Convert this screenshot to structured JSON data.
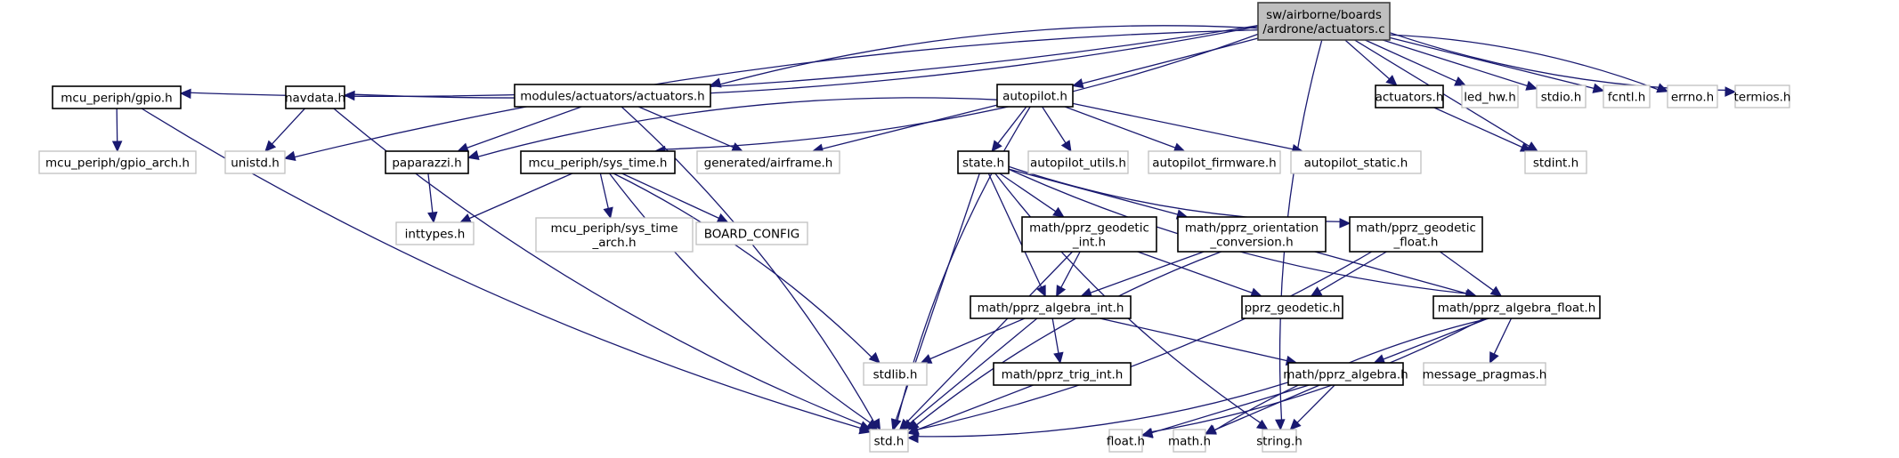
{
  "diagram": {
    "type": "include-dependency-graph",
    "root": "sw/airborne/boards/ardrone/actuators.c",
    "colors": {
      "edge": "#191970",
      "root_fill": "#bfbfbf",
      "documented_border": "#000000",
      "external_border": "#c0c0c0"
    },
    "nodes": [
      {
        "id": "root",
        "lines": [
          "sw/airborne/boards",
          "/ardrone/actuators.c"
        ],
        "kind": "root"
      },
      {
        "id": "gpio",
        "lines": [
          "mcu_periph/gpio.h"
        ],
        "kind": "doc"
      },
      {
        "id": "navdata",
        "lines": [
          "navdata.h"
        ],
        "kind": "doc"
      },
      {
        "id": "mod_act",
        "lines": [
          "modules/actuators/actuators.h"
        ],
        "kind": "doc"
      },
      {
        "id": "autopilot",
        "lines": [
          "autopilot.h"
        ],
        "kind": "doc"
      },
      {
        "id": "actuators_h",
        "lines": [
          "actuators.h"
        ],
        "kind": "doc"
      },
      {
        "id": "led_hw",
        "lines": [
          "led_hw.h"
        ],
        "kind": "ext"
      },
      {
        "id": "stdio",
        "lines": [
          "stdio.h"
        ],
        "kind": "ext"
      },
      {
        "id": "fcntl",
        "lines": [
          "fcntl.h"
        ],
        "kind": "ext"
      },
      {
        "id": "errno",
        "lines": [
          "errno.h"
        ],
        "kind": "ext"
      },
      {
        "id": "termios",
        "lines": [
          "termios.h"
        ],
        "kind": "ext"
      },
      {
        "id": "gpio_arch",
        "lines": [
          "mcu_periph/gpio_arch.h"
        ],
        "kind": "ext"
      },
      {
        "id": "unistd",
        "lines": [
          "unistd.h"
        ],
        "kind": "ext"
      },
      {
        "id": "paparazzi",
        "lines": [
          "paparazzi.h"
        ],
        "kind": "doc"
      },
      {
        "id": "sys_time",
        "lines": [
          "mcu_periph/sys_time.h"
        ],
        "kind": "doc"
      },
      {
        "id": "airframe",
        "lines": [
          "generated/airframe.h"
        ],
        "kind": "ext"
      },
      {
        "id": "state",
        "lines": [
          "state.h"
        ],
        "kind": "doc"
      },
      {
        "id": "ap_utils",
        "lines": [
          "autopilot_utils.h"
        ],
        "kind": "ext"
      },
      {
        "id": "ap_firmware",
        "lines": [
          "autopilot_firmware.h"
        ],
        "kind": "ext"
      },
      {
        "id": "ap_static",
        "lines": [
          "autopilot_static.h"
        ],
        "kind": "ext"
      },
      {
        "id": "stdint",
        "lines": [
          "stdint.h"
        ],
        "kind": "ext"
      },
      {
        "id": "inttypes",
        "lines": [
          "inttypes.h"
        ],
        "kind": "ext"
      },
      {
        "id": "sys_time_arch",
        "lines": [
          "mcu_periph/sys_time",
          "_arch.h"
        ],
        "kind": "ext"
      },
      {
        "id": "board_config",
        "lines": [
          "BOARD_CONFIG"
        ],
        "kind": "ext"
      },
      {
        "id": "geo_int",
        "lines": [
          "math/pprz_geodetic",
          "_int.h"
        ],
        "kind": "doc"
      },
      {
        "id": "orient",
        "lines": [
          "math/pprz_orientation",
          "_conversion.h"
        ],
        "kind": "doc"
      },
      {
        "id": "geo_float",
        "lines": [
          "math/pprz_geodetic",
          "_float.h"
        ],
        "kind": "doc"
      },
      {
        "id": "alg_int",
        "lines": [
          "math/pprz_algebra_int.h"
        ],
        "kind": "doc"
      },
      {
        "id": "pprz_geodetic",
        "lines": [
          "pprz_geodetic.h"
        ],
        "kind": "doc"
      },
      {
        "id": "alg_float",
        "lines": [
          "math/pprz_algebra_float.h"
        ],
        "kind": "doc"
      },
      {
        "id": "stdlib",
        "lines": [
          "stdlib.h"
        ],
        "kind": "ext"
      },
      {
        "id": "trig_int",
        "lines": [
          "math/pprz_trig_int.h"
        ],
        "kind": "doc"
      },
      {
        "id": "alg",
        "lines": [
          "math/pprz_algebra.h"
        ],
        "kind": "doc"
      },
      {
        "id": "msg_pragmas",
        "lines": [
          "message_pragmas.h"
        ],
        "kind": "ext"
      },
      {
        "id": "std",
        "lines": [
          "std.h"
        ],
        "kind": "ext"
      },
      {
        "id": "float_h",
        "lines": [
          "float.h"
        ],
        "kind": "ext"
      },
      {
        "id": "math_h",
        "lines": [
          "math.h"
        ],
        "kind": "ext"
      },
      {
        "id": "string_h",
        "lines": [
          "string.h"
        ],
        "kind": "ext"
      }
    ],
    "edges": [
      [
        "root",
        "gpio"
      ],
      [
        "root",
        "unistd"
      ],
      [
        "root",
        "navdata"
      ],
      [
        "root",
        "mod_act"
      ],
      [
        "root",
        "sys_time"
      ],
      [
        "root",
        "autopilot"
      ],
      [
        "root",
        "actuators_h"
      ],
      [
        "root",
        "led_hw"
      ],
      [
        "root",
        "stdio"
      ],
      [
        "root",
        "fcntl"
      ],
      [
        "root",
        "errno"
      ],
      [
        "root",
        "termios"
      ],
      [
        "root",
        "stdint"
      ],
      [
        "root",
        "string_h"
      ],
      [
        "gpio",
        "gpio_arch"
      ],
      [
        "gpio",
        "std"
      ],
      [
        "navdata",
        "unistd"
      ],
      [
        "navdata",
        "std"
      ],
      [
        "mod_act",
        "paparazzi"
      ],
      [
        "mod_act",
        "airframe"
      ],
      [
        "mod_act",
        "std"
      ],
      [
        "autopilot",
        "paparazzi"
      ],
      [
        "autopilot",
        "airframe"
      ],
      [
        "autopilot",
        "state"
      ],
      [
        "autopilot",
        "ap_utils"
      ],
      [
        "autopilot",
        "ap_firmware"
      ],
      [
        "autopilot",
        "ap_static"
      ],
      [
        "autopilot",
        "std"
      ],
      [
        "actuators_h",
        "stdint"
      ],
      [
        "paparazzi",
        "inttypes"
      ],
      [
        "sys_time",
        "inttypes"
      ],
      [
        "sys_time",
        "sys_time_arch"
      ],
      [
        "sys_time",
        "board_config"
      ],
      [
        "sys_time",
        "std"
      ],
      [
        "sys_time",
        "stdlib"
      ],
      [
        "state",
        "geo_int"
      ],
      [
        "state",
        "orient"
      ],
      [
        "state",
        "geo_float"
      ],
      [
        "state",
        "alg_int"
      ],
      [
        "state",
        "alg_float"
      ],
      [
        "state",
        "std"
      ],
      [
        "state",
        "string_h"
      ],
      [
        "geo_int",
        "alg_int"
      ],
      [
        "geo_int",
        "pprz_geodetic"
      ],
      [
        "geo_int",
        "std"
      ],
      [
        "orient",
        "alg_int"
      ],
      [
        "orient",
        "alg_float"
      ],
      [
        "orient",
        "std"
      ],
      [
        "geo_float",
        "pprz_geodetic"
      ],
      [
        "geo_float",
        "alg_float"
      ],
      [
        "geo_float",
        "std"
      ],
      [
        "alg_int",
        "stdlib"
      ],
      [
        "alg_int",
        "trig_int"
      ],
      [
        "alg_int",
        "alg"
      ],
      [
        "alg_int",
        "std"
      ],
      [
        "trig_int",
        "std"
      ],
      [
        "alg_float",
        "alg"
      ],
      [
        "alg_float",
        "msg_pragmas"
      ],
      [
        "alg_float",
        "float_h"
      ],
      [
        "alg_float",
        "math_h"
      ],
      [
        "alg",
        "std"
      ],
      [
        "alg",
        "float_h"
      ],
      [
        "alg",
        "math_h"
      ],
      [
        "alg",
        "string_h"
      ]
    ]
  }
}
